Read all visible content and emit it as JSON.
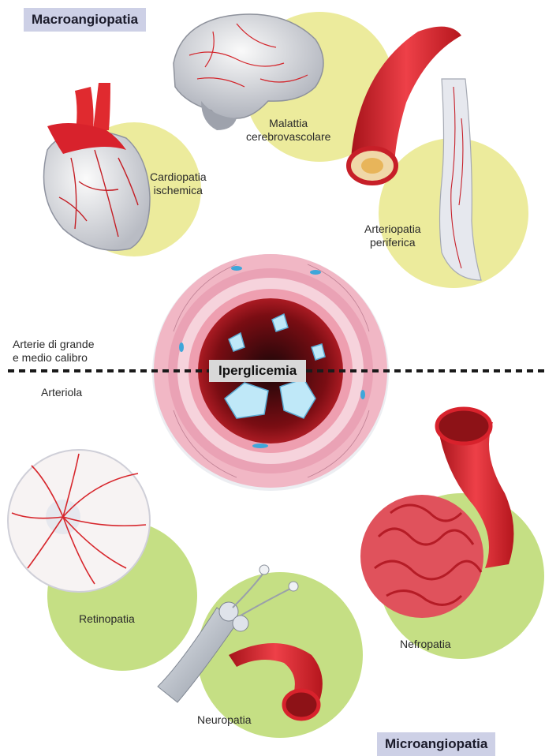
{
  "titles": {
    "macro": "Macroangiopatia",
    "micro": "Microangiopatia",
    "center": "Iperglicemia"
  },
  "labels": {
    "cardiopatia": [
      "Cardiopatia",
      "ischemica"
    ],
    "malattia": [
      "Malattia",
      "cerebrovascolare"
    ],
    "arteriopatia": [
      "Arteriopatia",
      "periferica"
    ],
    "retinopatia": "Retinopatia",
    "neuropatia": "Neuropatia",
    "nefropatia": "Nefropatia"
  },
  "divider": {
    "above": [
      "Arterie di grande",
      "e medio calibro"
    ],
    "below": "Arteriola"
  },
  "colors": {
    "circle_macro": "#eceb9c",
    "circle_micro": "#c5df84",
    "vessel_red": "#d8222c",
    "banner": "#cdd0e6"
  }
}
